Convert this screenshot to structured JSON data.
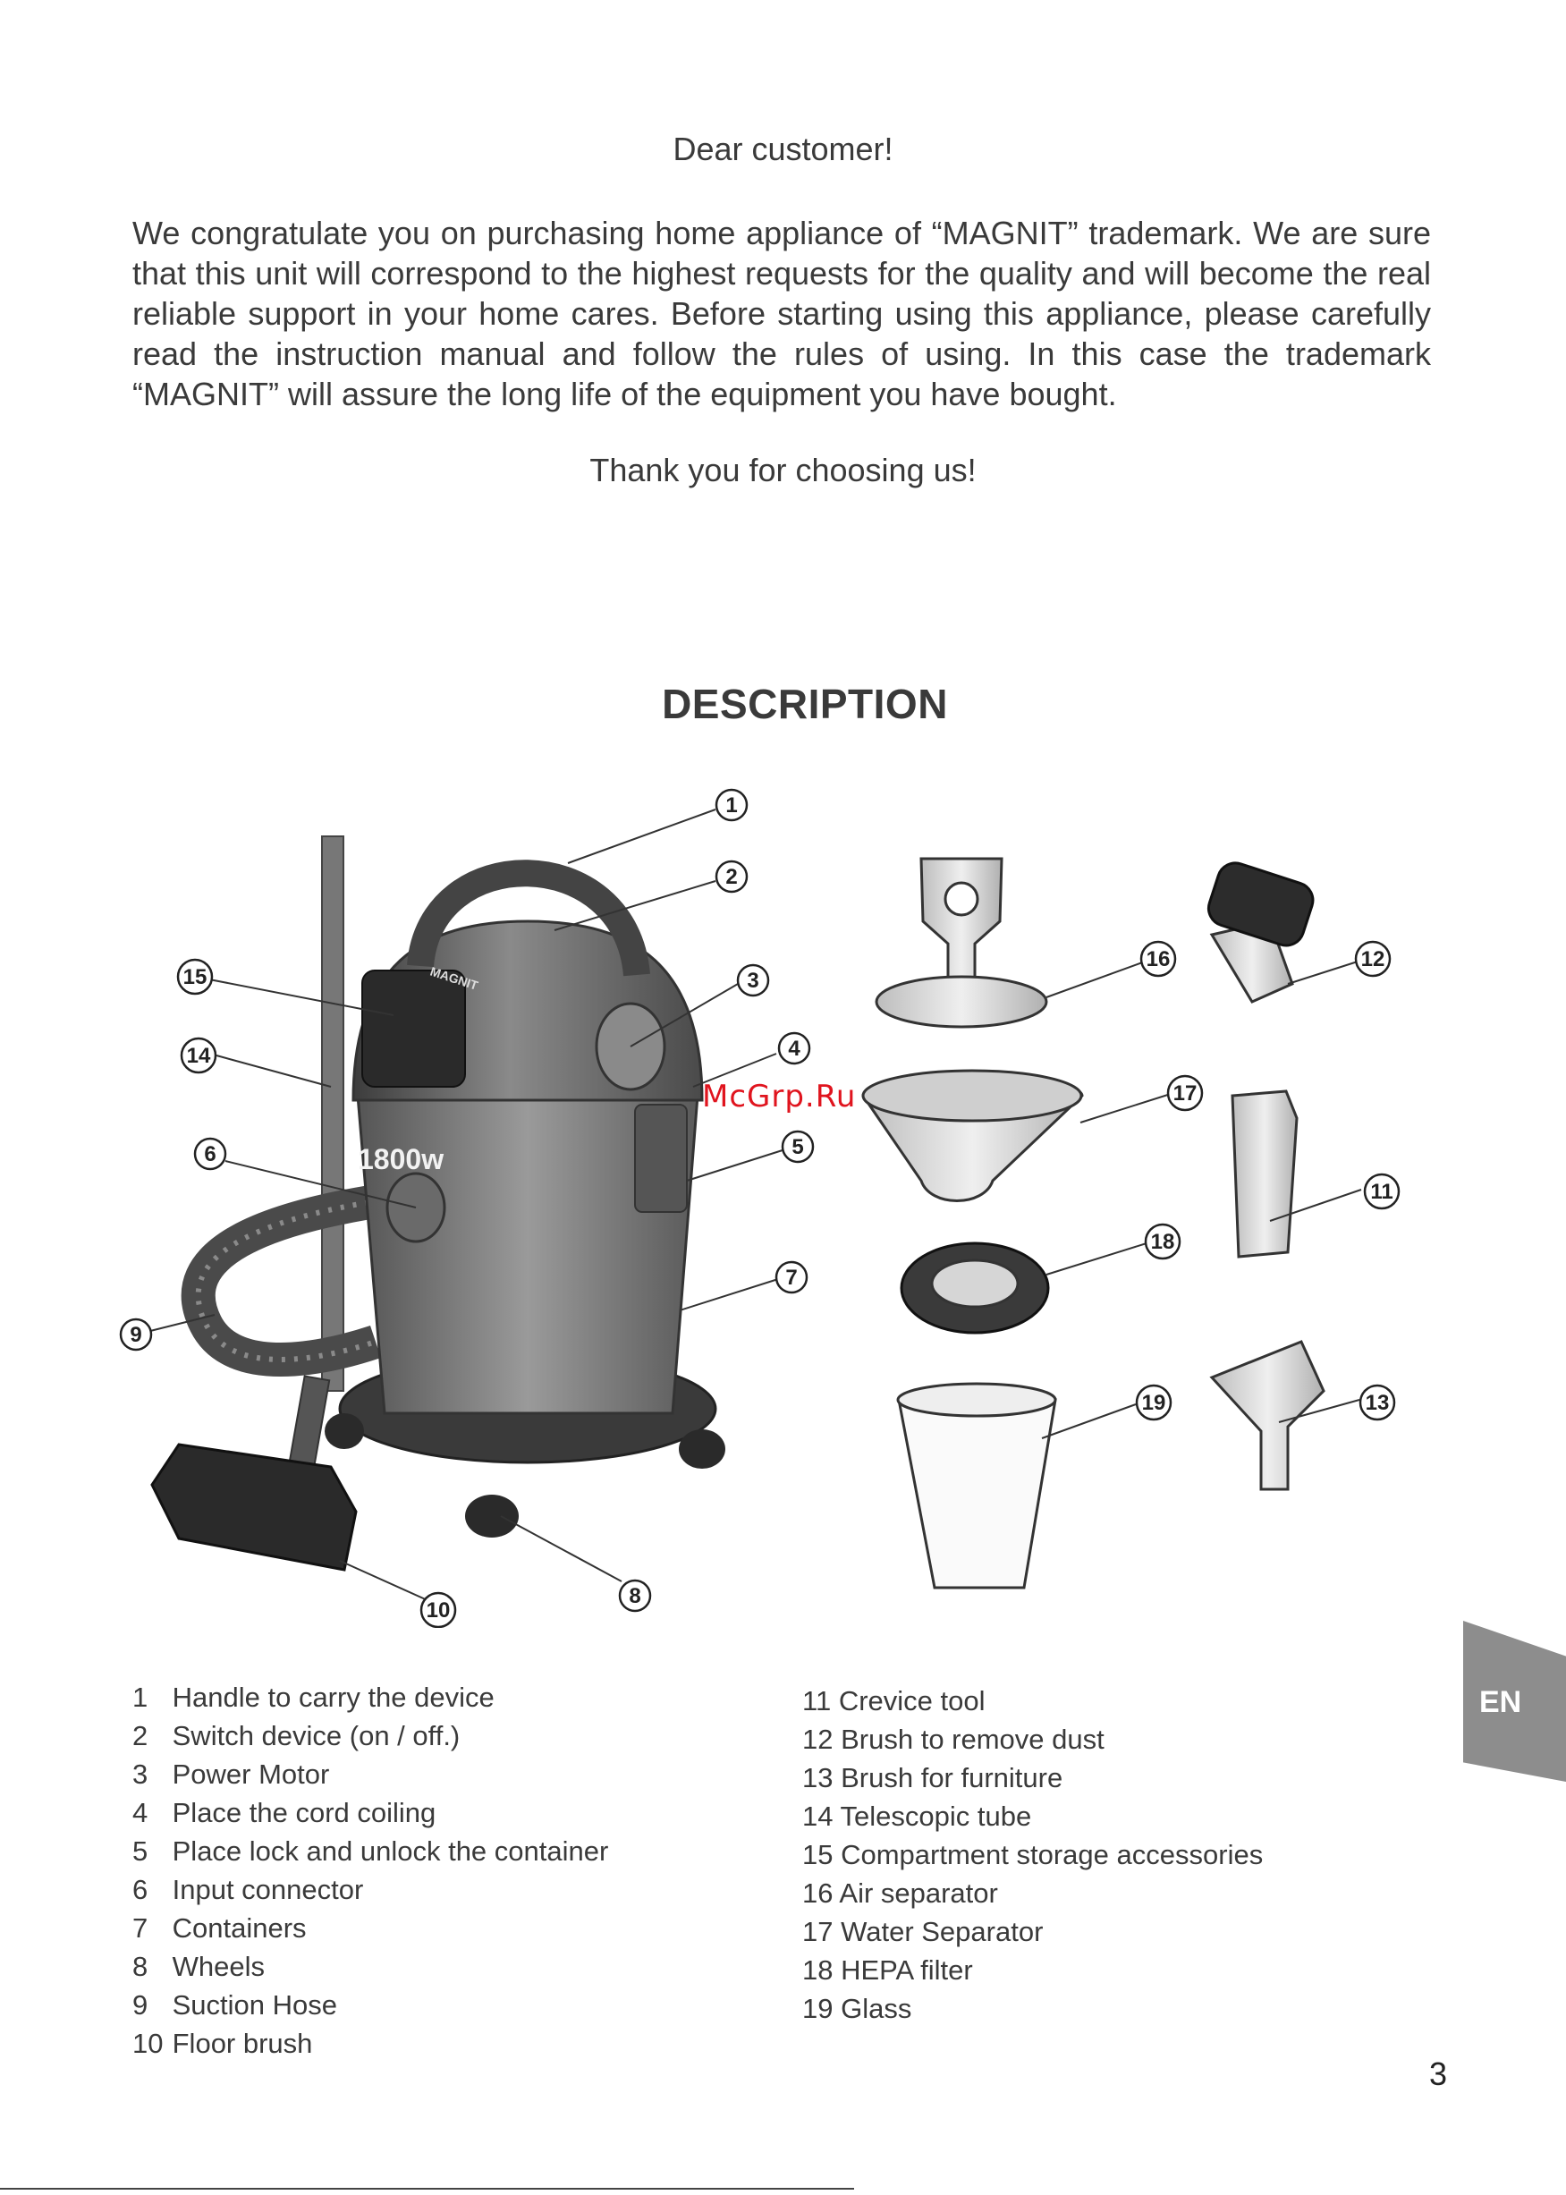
{
  "greeting": "Dear customer!",
  "intro": "We congratulate you on purchasing home appliance of “MAGNIT” trademark. We are sure that this unit will correspond to the highest requests for the quality and will become the real reliable support in your home cares. Before starting using this appliance, please carefully read the instruction manual and follow the rules of using. In this case the trademark “MAGNIT” will assure the long life of the equipment you have bought.",
  "thanks": "Thank you for choosing us!",
  "section_title": "DESCRIPTION",
  "watermark": "McGrp.Ru",
  "device_labels": {
    "brand": "MAGNIT",
    "power": "1800w"
  },
  "callouts": [
    "1",
    "2",
    "3",
    "4",
    "5",
    "6",
    "7",
    "8",
    "9",
    "10",
    "11",
    "12",
    "13",
    "14",
    "15",
    "16",
    "17",
    "18",
    "19"
  ],
  "legend_left": [
    {
      "num": "1",
      "text": "Handle to carry the device"
    },
    {
      "num": "2",
      "text": "Switch device (on / off.)"
    },
    {
      "num": "3",
      "text": "Power Motor"
    },
    {
      "num": "4",
      "text": "Place the cord coiling"
    },
    {
      "num": "5",
      "text": "Place lock and unlock the container"
    },
    {
      "num": "6",
      "text": "Input connector"
    },
    {
      "num": "7",
      "text": "Containers"
    },
    {
      "num": "8",
      "text": "Wheels"
    },
    {
      "num": "9",
      "text": "Suction Hose"
    },
    {
      "num": "10",
      "text": "Floor brush"
    }
  ],
  "legend_right": [
    {
      "num": "11",
      "text": "Crevice tool"
    },
    {
      "num": "12",
      "text": "Brush to remove dust"
    },
    {
      "num": "13",
      "text": "Brush for furniture"
    },
    {
      "num": "14",
      "text": "Telescopic tube"
    },
    {
      "num": "15",
      "text": "Compartment storage accessories"
    },
    {
      "num": "16",
      "text": "Air separator"
    },
    {
      "num": "17",
      "text": "Water Separator"
    },
    {
      "num": "18",
      "text": "HEPA filter"
    },
    {
      "num": "19",
      "text": "Glass"
    }
  ],
  "language_tab": "EN",
  "page_number": "3"
}
